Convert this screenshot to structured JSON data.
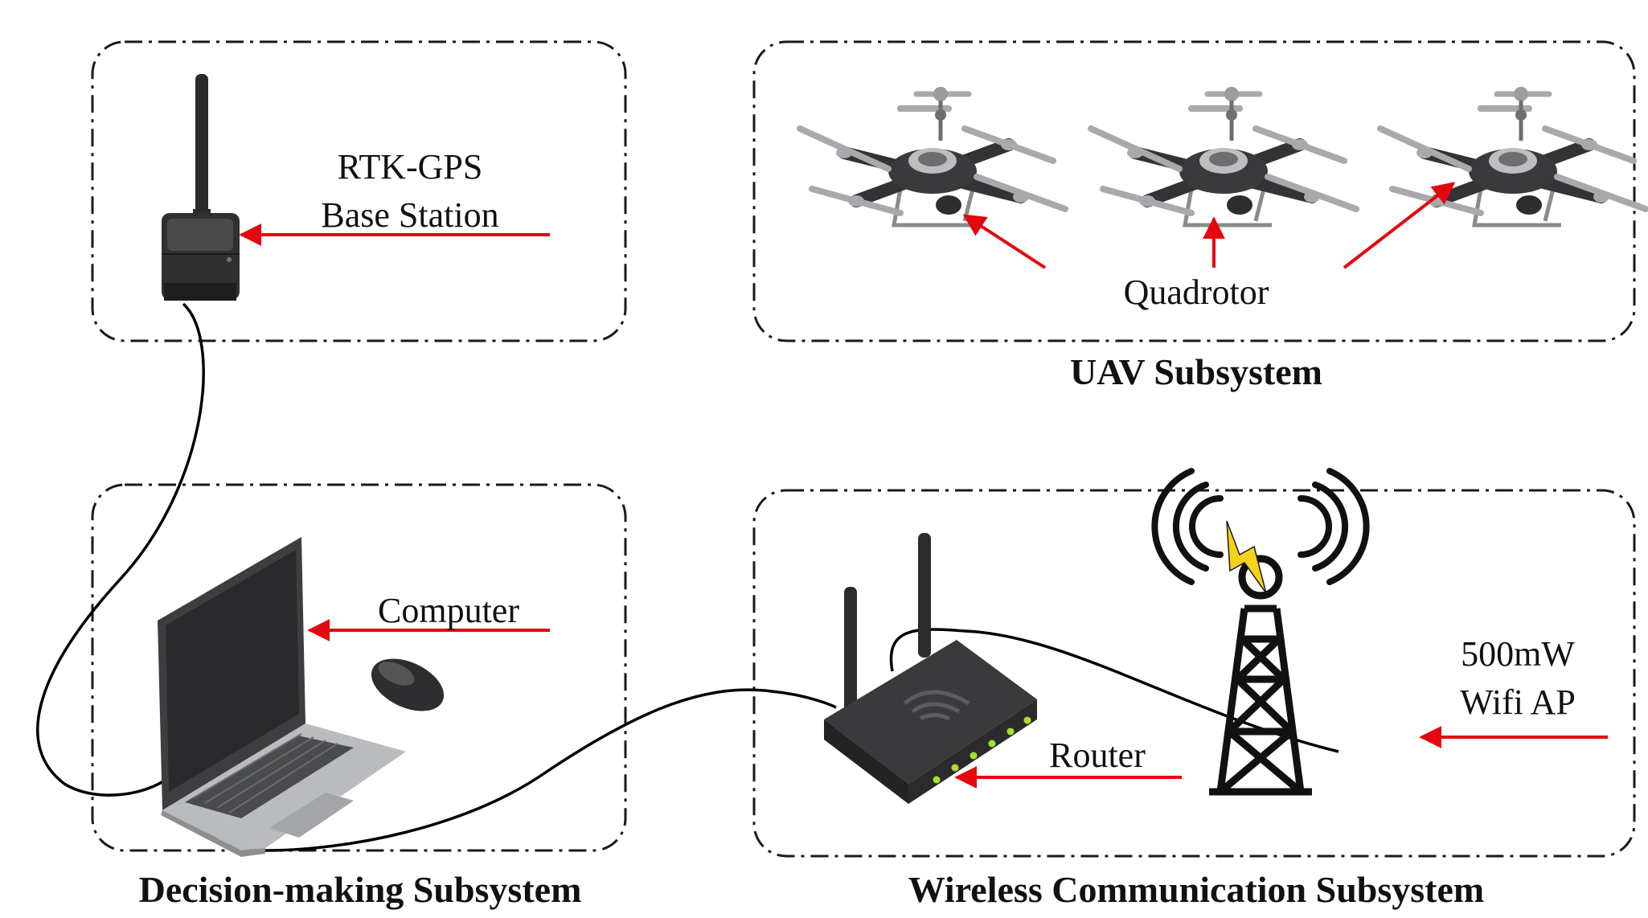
{
  "labels": {
    "rtk_line1": "RTK-GPS",
    "rtk_line2": "Base Station",
    "quadrotor": "Quadrotor",
    "computer": "Computer",
    "router": "Router",
    "ap_line1": "500mW",
    "ap_line2": "Wifi AP"
  },
  "subsystems": {
    "uav": "UAV Subsystem",
    "decision": "Decision-making Subsystem",
    "wireless": "Wireless Communication Subsystem"
  },
  "colors": {
    "arrow": "#e4070f",
    "frame": "#1a1a1a",
    "drone_body": "#3a3a3c",
    "drone_prop": "#a7a9ac",
    "led": "#a6e22e",
    "lightning": "#f6d21d"
  }
}
